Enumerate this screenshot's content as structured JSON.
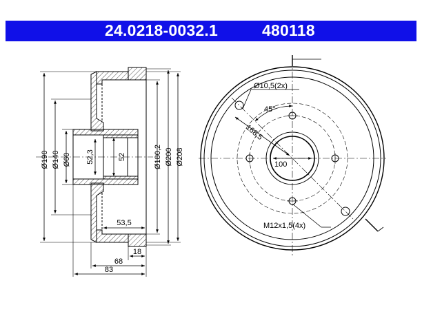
{
  "header": {
    "part_number": "24.0218-0032.1",
    "ref_number": "480118",
    "background": "#1010e8",
    "text_color": "#ffffff"
  },
  "side_view": {
    "diameters": {
      "d190": "Ø190",
      "d140": "Ø140",
      "d60": "Ø60",
      "d180_2": "Ø180,2",
      "d200": "Ø200",
      "d208": "Ø208"
    },
    "hub": {
      "h52_3": "52,3",
      "h52": "52",
      "w53_5": "53,5"
    },
    "lengths": {
      "l18": "18",
      "l68": "68",
      "l83": "83"
    }
  },
  "front_view": {
    "hole_label": "Ø10,5(2x)",
    "angle_label": "45°",
    "pcd_label": "168,5",
    "center_label": "100",
    "bolt_label": "M12x1,5(4x)"
  }
}
